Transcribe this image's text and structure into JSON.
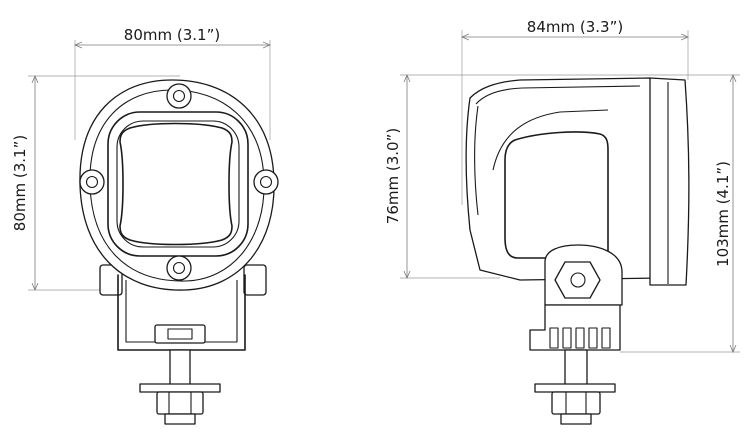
{
  "dimensions": {
    "front_width": "80mm (3.1”)",
    "front_height": "80mm (3.1”)",
    "side_depth": "84mm (3.3”)",
    "side_lens_height": "76mm (3.0”)",
    "side_total_height": "103mm (4.1”)"
  },
  "colors": {
    "ink": "#1a1a1a",
    "dimension": "#7a7a7a",
    "background": "#ffffff"
  }
}
